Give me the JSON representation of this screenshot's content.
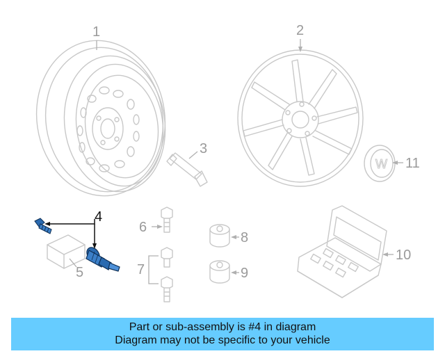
{
  "callouts": {
    "c1": "1",
    "c2": "2",
    "c3": "3",
    "c4": "4",
    "c5": "5",
    "c6": "6",
    "c7": "7",
    "c8": "8",
    "c9": "9",
    "c10": "10",
    "c11": "11"
  },
  "banner": {
    "line1": "Part or sub-assembly is #4 in diagram",
    "line2": "Diagram may not be specific to your vehicle",
    "color": "#66ccff"
  },
  "colors": {
    "highlight_part": "#2a6ab0",
    "ghost_line": "#c8c8c8"
  }
}
